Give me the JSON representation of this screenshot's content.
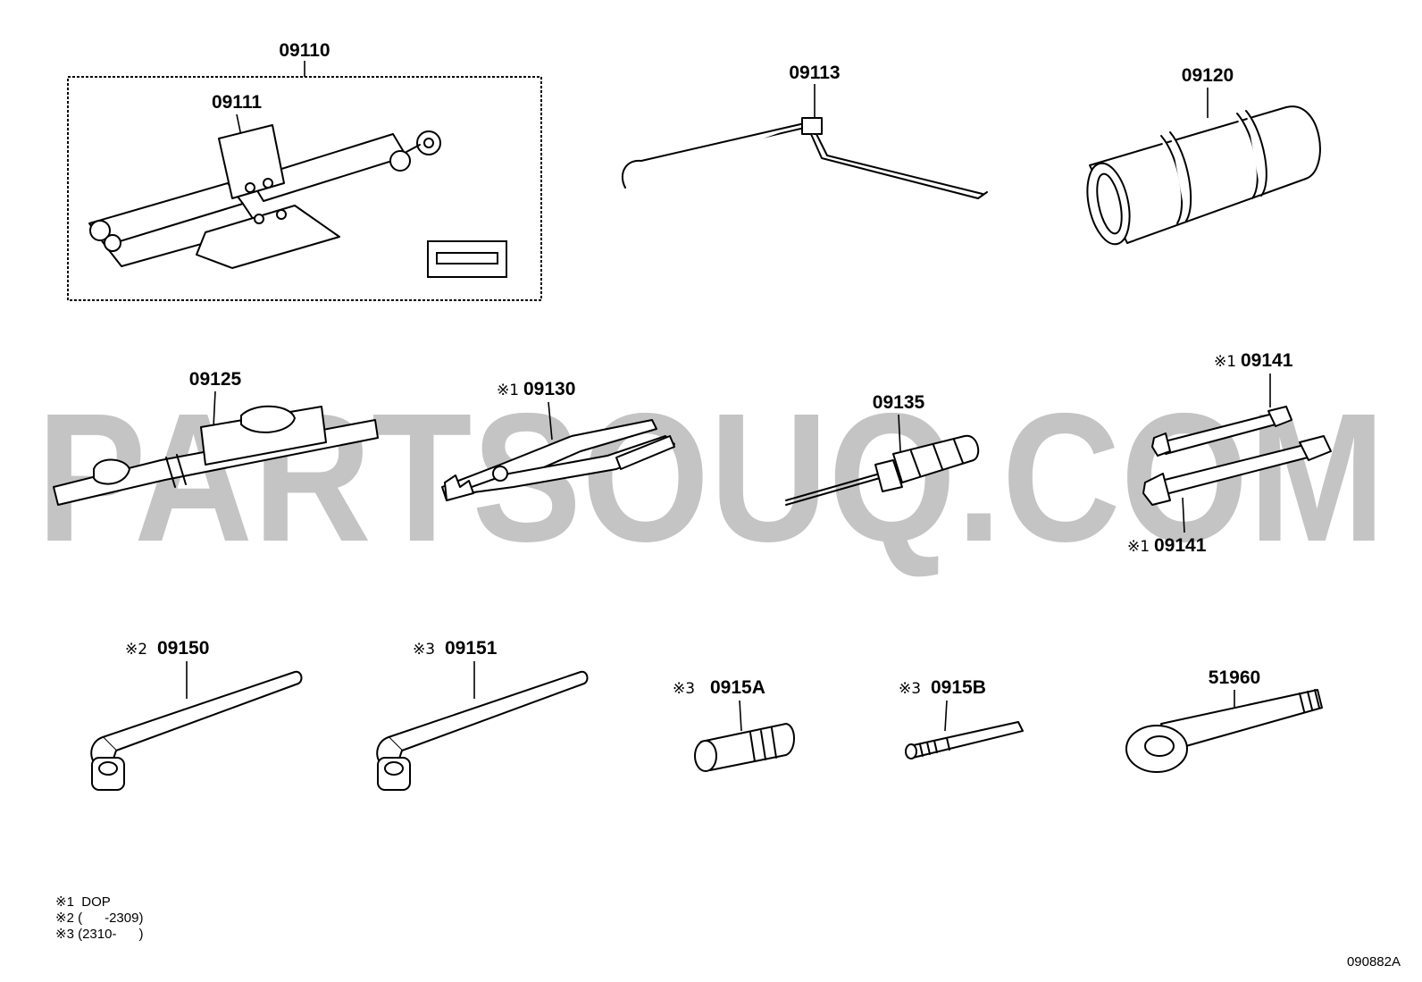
{
  "watermark": "PARTSOUQ.COM",
  "doc_code": "090882A",
  "parts": {
    "jack_assembly": {
      "number": "09110"
    },
    "jack": {
      "number": "09111"
    },
    "jack_handle": {
      "number": "09113"
    },
    "tool_bag": {
      "number": "09120"
    },
    "tool_strap": {
      "number": "09125"
    },
    "pliers": {
      "mark": "※1",
      "number": "09130"
    },
    "screwdriver": {
      "number": "09135"
    },
    "wrench_upper": {
      "mark": "※1",
      "number": "09141"
    },
    "wrench_lower": {
      "mark": "※1",
      "number": "09141"
    },
    "lug_wrench_a": {
      "mark": "※2",
      "number": "09150"
    },
    "lug_wrench_b": {
      "mark": "※3",
      "number": "09151"
    },
    "lock_socket": {
      "mark": "※3",
      "number": "0915A"
    },
    "adapter": {
      "mark": "※3",
      "number": "0915B"
    },
    "tow_hook": {
      "number": "51960"
    }
  },
  "notes": [
    "※1  DOP",
    "※2 (      -2309)",
    "※3 (2310-      )"
  ]
}
